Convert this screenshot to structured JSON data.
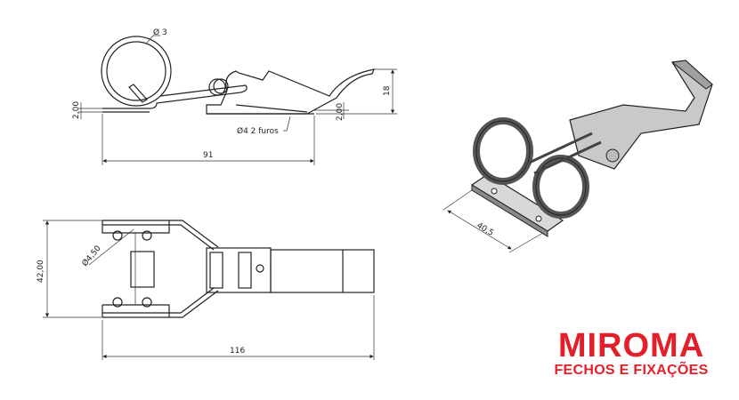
{
  "side_view": {
    "coil_diameter": "Ø 3",
    "height": "18",
    "plate_thickness_left": "2,00",
    "plate_thickness_right": "2,00",
    "holes": "Ø4  2 furos",
    "length": "91"
  },
  "top_view": {
    "width": "42,00",
    "hole_diameter": "Ø4,50",
    "length": "116"
  },
  "iso_view": {
    "plate_width": "40,5"
  },
  "logo": {
    "brand": "MIROMA",
    "tagline": "FECHOS E FIXAÇÕES",
    "color": "#e3202a"
  }
}
